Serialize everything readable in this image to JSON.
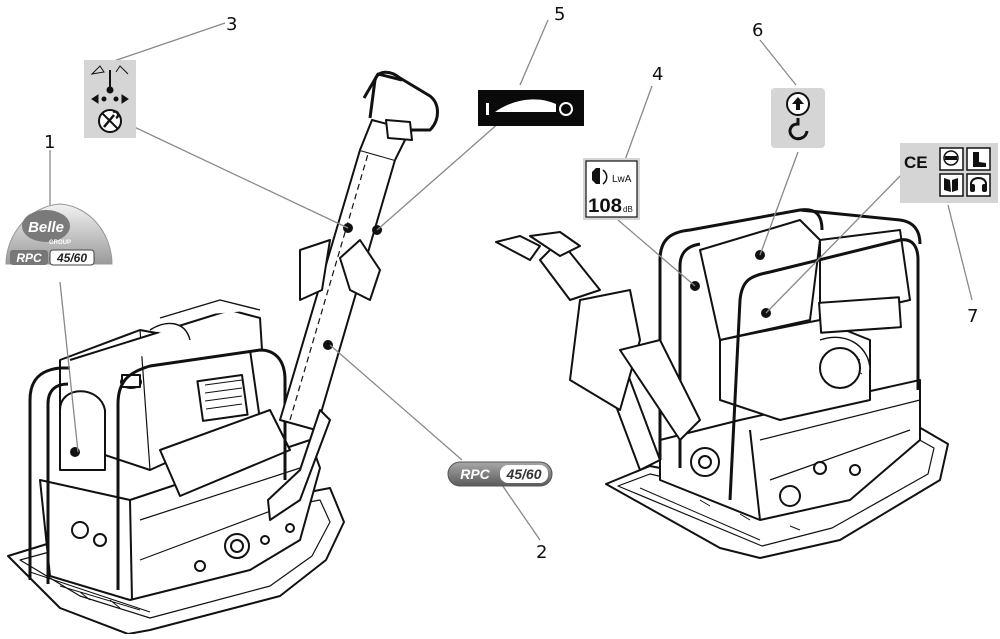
{
  "callouts": [
    "1",
    "2",
    "3",
    "4",
    "5",
    "6",
    "7"
  ],
  "decals": {
    "logo": {
      "brand": "Belle",
      "group": "GROUP",
      "model_prefix": "RPC",
      "model_number": "45/60"
    },
    "model_plate": {
      "model_prefix": "RPC",
      "model_number": "45/60"
    },
    "noise": {
      "lwa_label": "LwA",
      "value": "108",
      "unit": "dB"
    },
    "ce_mark": "CE"
  },
  "icons": [
    "controls-direction-icon",
    "no-spanner-icon",
    "throttle-icon",
    "lift-point-icon",
    "eye-protection-icon",
    "safety-boots-icon",
    "read-manual-icon",
    "ear-protection-icon",
    "sound-power-icon"
  ],
  "colors": {
    "ink": "#111111",
    "label_grey": "#d5d5d5",
    "plate_grey": "#7a7a7a",
    "throttle_black": "#0a0a0a",
    "leader_grey": "#777777"
  }
}
